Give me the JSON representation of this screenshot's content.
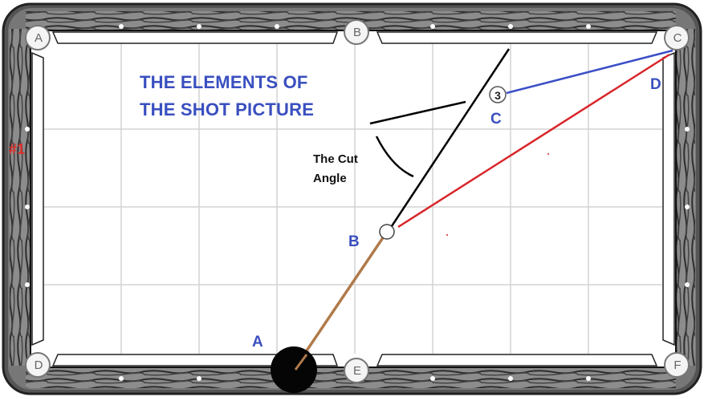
{
  "title_lines": [
    "THE ELEMENTS OF",
    "THE SHOT PICTURE"
  ],
  "diagram_number": "#1",
  "cut_angle_label": [
    "The Cut",
    "Angle"
  ],
  "point_labels": {
    "a": "A",
    "b": "B",
    "c": "C",
    "d": "D"
  },
  "object_ball_number": "3",
  "pockets": {
    "top_left": "A",
    "top_middle": "B",
    "top_right": "C",
    "bottom_left": "D",
    "bottom_middle": "E",
    "bottom_right": "F"
  },
  "colors": {
    "label_blue": "#3a4fbf",
    "number_red": "#e0302b",
    "cue_path_brown": "#b07a4a",
    "object_to_pocket_blue": "#3a4fc6",
    "ghost_to_pocket_red": "#d8262a",
    "line_of_aim_black": "#000000"
  }
}
